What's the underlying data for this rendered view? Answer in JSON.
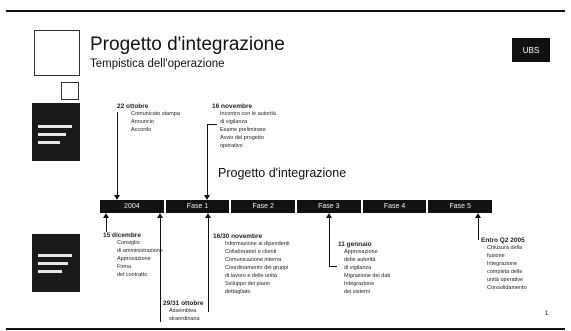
{
  "header": {
    "title": "Progetto d'integrazione",
    "subtitle": "Tempistica dell'operazione",
    "brand_label": "UBS"
  },
  "timeline": {
    "title": "Progetto d'integrazione",
    "segments": [
      "2004",
      "Fase 1",
      "Fase 2",
      "Fase 3",
      "Fase 4",
      "Fase 5"
    ]
  },
  "notes_top": [
    {
      "head": "22 ottobre",
      "lines": [
        "Comunicato stampa",
        "Annuncio",
        "Accordo"
      ]
    },
    {
      "head": "16 novembre",
      "lines": [
        "Incontro con le autorità",
        "di vigilanza",
        "Esame preliminare",
        "Avvio del progetto",
        "operativo"
      ]
    }
  ],
  "notes_bottom": [
    {
      "head": "15 dicembre",
      "lines": [
        "Consiglio",
        "di amministrazione",
        "Approvazione",
        "Firma",
        "del contratto"
      ]
    },
    {
      "head": "29/31 ottobre",
      "lines": [
        "Assemblea",
        "straordinaria"
      ]
    },
    {
      "head": "16/30 novembre",
      "lines": [
        "Informazione ai dipendenti",
        "Collaboratori e clienti",
        "Comunicazione interna",
        "Coordinamento dei gruppi",
        "di lavoro e delle unità",
        "Sviluppo del piano",
        "dettagliato"
      ]
    },
    {
      "head": "11 gennaio",
      "lines": [
        "Approvazione",
        "delle autorità",
        "di vigilanza",
        "Migrazione dei dati",
        "Integrazione",
        "dei sistemi"
      ]
    },
    {
      "head": "Entro Q2 2005",
      "lines": [
        "Chiusura della",
        "fusione",
        "Integrazione",
        "completa delle",
        "unità operative",
        "Consolidamento"
      ]
    }
  ],
  "page_number": "1"
}
